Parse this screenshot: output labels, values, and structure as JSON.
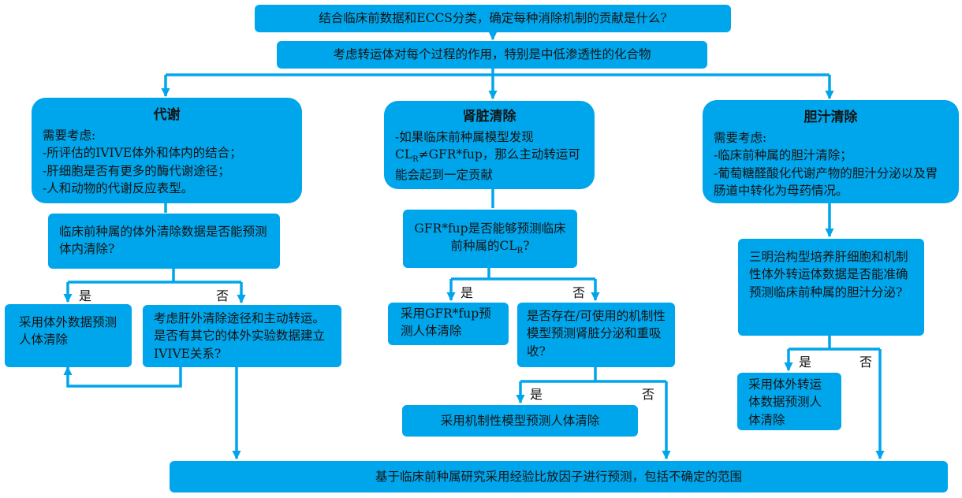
{
  "colors": {
    "box_fill": "#00a6eb",
    "connector": "#00a6eb",
    "text": "#141414"
  },
  "header": {
    "question": "结合临床前数据和ECCS分类，确定每种消除机制的贡献是什么?",
    "transporter_note": "考虑转运体对每个过程的作用，特别是中低渗透性的化合物"
  },
  "metabolism": {
    "title": "代谢",
    "considerations": [
      "需要考虑:",
      "-所评估的IVIVE体外和体内的结合；",
      "-肝细胞是否有更多的酶代谢途径；",
      "-人和动物的代谢反应表型。"
    ],
    "question": "临床前种属的体外清除数据是否能预测体内清除?",
    "yes_action": "采用体外数据预测人体清除",
    "no_question": "考虑肝外清除途径和主动转运。是否有其它的体外实验数据建立IVIVE关系?"
  },
  "renal": {
    "title": "肾脏清除",
    "note_part1": "-如果临床前种属模型发现CL",
    "note_sub1": "R",
    "note_part2": "≠GFR*fup，那么主动转运可能会起到一定贡献",
    "question_part1": "GFR*fup是否能够预测临床前种属的CL",
    "question_sub": "R",
    "question_part2": "?",
    "yes_action": "采用GFR*fup预测人体清除",
    "no_question": "是否存在/可使用的机制性模型预测肾脏分泌和重吸收?",
    "mechanistic_action": "采用机制性模型预测人体清除"
  },
  "biliary": {
    "title": "胆汁清除",
    "considerations": [
      "需要考虑:",
      "-临床前种属的胆汁清除；",
      "-葡萄糖醛酸化代谢产物的胆汁分泌以及胃肠道中转化为母药情况。"
    ],
    "question": "三明治构型培养肝细胞和机制性体外转运体数据是否能准确预测临床前种属的胆汁分泌?",
    "yes_action": "采用体外转运体数据预测人体清除"
  },
  "footer": {
    "fallback": "基于临床前种属研究采用经验比放因子进行预测，包括不确定的范围"
  },
  "labels": {
    "yes": "是",
    "no": "否"
  }
}
